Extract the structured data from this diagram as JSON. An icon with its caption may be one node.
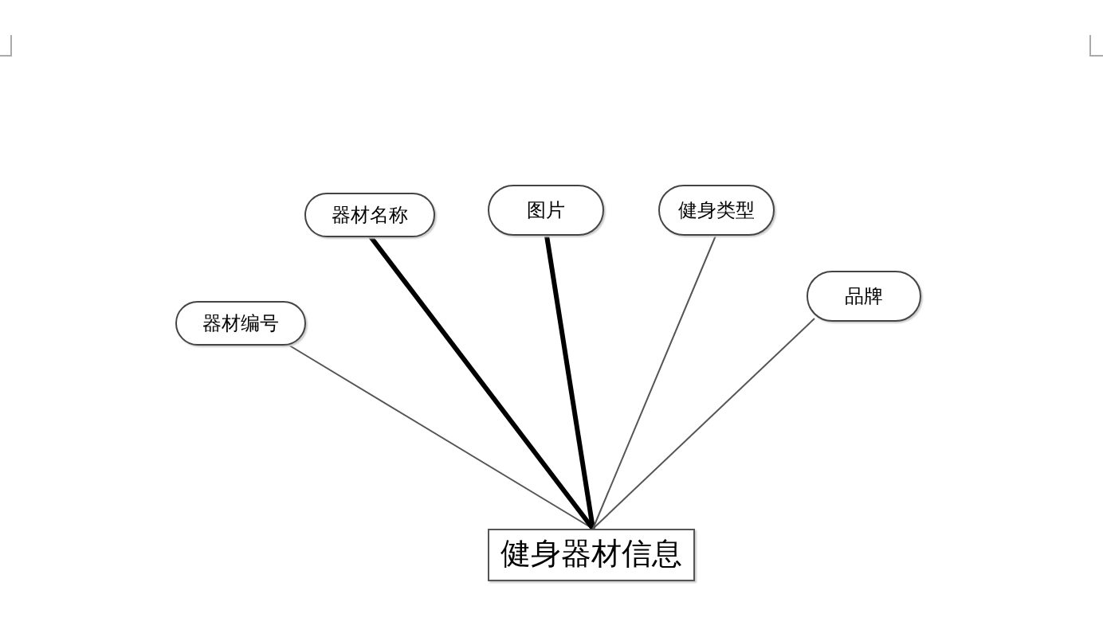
{
  "diagram": {
    "nodes": [
      {
        "text": [
          "器材编号"
        ]
      },
      {
        "text": [
          "器材名称"
        ]
      },
      {
        "text": [
          "图片"
        ]
      },
      {
        "text": [
          "健身类型"
        ]
      },
      {
        "text": [
          "品牌"
        ]
      },
      {
        "text": [
          "健身器材信息"
        ]
      }
    ],
    "edges": [
      {
        "from": 0,
        "to": 5,
        "arrow": "none"
      },
      {
        "from": 1,
        "to": 5,
        "arrow": "none",
        "style": "thick"
      },
      {
        "from": 2,
        "to": 5,
        "arrow": "none",
        "style": "thick"
      },
      {
        "from": 3,
        "to": 5,
        "arrow": "none"
      },
      {
        "from": 4,
        "to": 5,
        "arrow": "none"
      }
    ]
  }
}
